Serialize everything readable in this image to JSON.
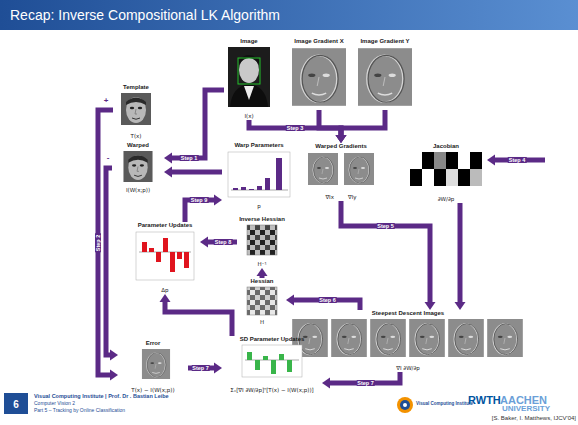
{
  "diagram": {
    "title": "Recap: Inverse Compositional LK Algorithm",
    "nodes": [
      {
        "text": [
          "Template",
          "T(x)"
        ]
      },
      {
        "text": [
          "Warped",
          "I(W(x;p))"
        ]
      },
      {
        "text": [
          "Image",
          "I(x)"
        ]
      },
      {
        "text": [
          "Image Gradient X"
        ]
      },
      {
        "text": [
          "Image Gradient Y"
        ]
      },
      {
        "text": [
          "Warp Parameters",
          "p"
        ]
      },
      {
        "text": [
          "Warped Gradients",
          "∇Ix",
          "∇Iy"
        ]
      },
      {
        "text": [
          "Jacobian",
          "∂W/∂p"
        ]
      },
      {
        "text": [
          "Parameter Updates",
          "Δp"
        ]
      },
      {
        "text": [
          "Inverse Hessian",
          "H⁻¹"
        ]
      },
      {
        "text": [
          "Hessian",
          "H"
        ]
      },
      {
        "text": [
          "Steepest Descent Images",
          "∇I ∂W/∂p"
        ]
      },
      {
        "text": [
          "Error",
          "T(x) − I(W(x;p))"
        ]
      },
      {
        "text": [
          "SD Parameter Updates",
          "Σₓ[∇I ∂W/∂p]ᵀ[T(x) − I(W(x;p))]"
        ]
      }
    ],
    "edges": [
      {
        "from": 2,
        "to": 1,
        "label": "Step 1",
        "arrow": "to"
      },
      {
        "from": 5,
        "to": 1,
        "arrow": "to"
      },
      {
        "from": 0,
        "to": 12,
        "label": "Step 2",
        "arrow": "to"
      },
      {
        "from": 1,
        "to": 12,
        "arrow": "to"
      },
      {
        "from": 2,
        "to": 6,
        "label": "Step 3",
        "arrow": "to"
      },
      {
        "from": 3,
        "to": 6,
        "arrow": "to"
      },
      {
        "from": 4,
        "to": 6,
        "arrow": "to"
      },
      {
        "from": 6,
        "to": 11,
        "label": "Step 5",
        "arrow": "to"
      },
      {
        "from": 7,
        "to": 11,
        "arrow": "to"
      },
      {
        "from": 11,
        "to": 10,
        "label": "Step 6",
        "arrow": "to"
      },
      {
        "from": 10,
        "to": 9,
        "arrow": "to"
      },
      {
        "from": 9,
        "to": 8,
        "label": "Step 8",
        "arrow": "to"
      },
      {
        "from": 13,
        "to": 8,
        "arrow": "to"
      },
      {
        "from": 8,
        "to": 5,
        "label": "Step 9",
        "arrow": "to"
      },
      {
        "from": 12,
        "to": 13,
        "label": "Step 7",
        "arrow": "to"
      },
      {
        "from": 11,
        "to": 13,
        "label": "Step 7",
        "arrow": "to"
      }
    ],
    "labels": [
      "+",
      "-",
      "Step 4",
      "6",
      "Visual Computing Institute | Prof. Dr . Bastian Leibe",
      "Computer Vision 2",
      "Part 5 – Tracking by Online Classification",
      "Visual Computing Institute",
      "RWTH",
      "AACHEN",
      "UNIVERSITY",
      "[S. Baker, I. Matthews, IJCV'04]"
    ]
  }
}
